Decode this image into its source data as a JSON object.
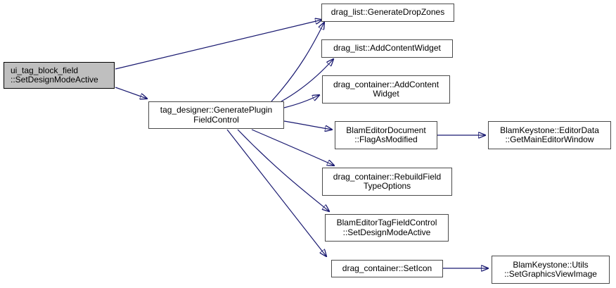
{
  "graph": {
    "type": "call-graph",
    "colors": {
      "edge": "#191970",
      "node_border": "#4a4a4a",
      "node_fill": "#ffffff",
      "highlight_fill": "#bfbfbf",
      "text": "#000000",
      "background": "#ffffff"
    },
    "nodes": [
      {
        "id": "n0",
        "label": "ui_tag_block_field\n::SetDesignModeActive",
        "highlighted": true
      },
      {
        "id": "n1",
        "label": "tag_designer::GeneratePlugin\nFieldControl",
        "highlighted": false
      },
      {
        "id": "n2",
        "label": "drag_list::GenerateDropZones",
        "highlighted": false
      },
      {
        "id": "n3",
        "label": "drag_list::AddContentWidget",
        "highlighted": false
      },
      {
        "id": "n4",
        "label": "drag_container::AddContent\nWidget",
        "highlighted": false
      },
      {
        "id": "n5",
        "label": "BlamEditorDocument\n::FlagAsModified",
        "highlighted": false
      },
      {
        "id": "n6",
        "label": "BlamKeystone::EditorData\n::GetMainEditorWindow",
        "highlighted": false
      },
      {
        "id": "n7",
        "label": "drag_container::RebuildField\nTypeOptions",
        "highlighted": false
      },
      {
        "id": "n8",
        "label": "BlamEditorTagFieldControl\n::SetDesignModeActive",
        "highlighted": false
      },
      {
        "id": "n9",
        "label": "drag_container::SetIcon",
        "highlighted": false
      },
      {
        "id": "n10",
        "label": "BlamKeystone::Utils\n::SetGraphicsViewImage",
        "highlighted": false
      }
    ],
    "edges": [
      {
        "from": "n0",
        "to": "n2"
      },
      {
        "from": "n0",
        "to": "n1"
      },
      {
        "from": "n1",
        "to": "n2"
      },
      {
        "from": "n1",
        "to": "n3"
      },
      {
        "from": "n1",
        "to": "n4"
      },
      {
        "from": "n1",
        "to": "n5"
      },
      {
        "from": "n1",
        "to": "n7"
      },
      {
        "from": "n1",
        "to": "n8"
      },
      {
        "from": "n1",
        "to": "n9"
      },
      {
        "from": "n5",
        "to": "n6"
      },
      {
        "from": "n9",
        "to": "n10"
      }
    ]
  }
}
